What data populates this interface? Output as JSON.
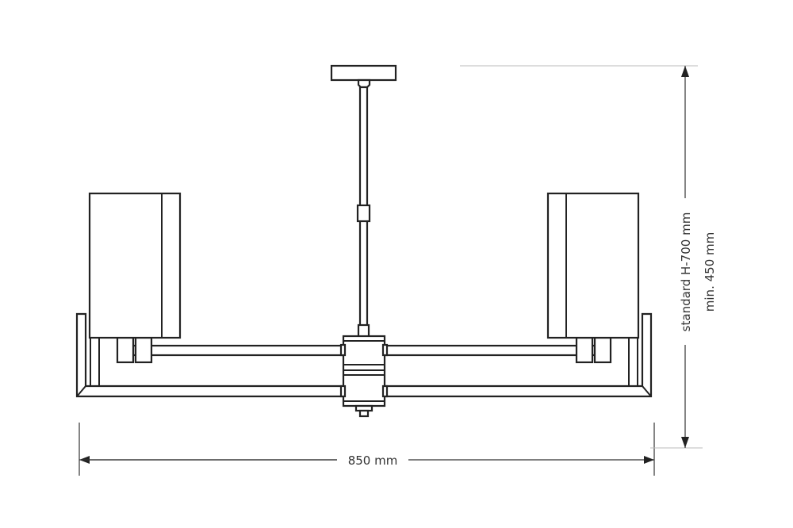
{
  "dimensions": {
    "width_label": "850 mm",
    "height_standard_label": "standard H-700 mm",
    "height_min_label": "min. 450 mm"
  },
  "colors": {
    "line": "#222222",
    "dimension": "#333333",
    "extension": "#bbbbbb"
  }
}
